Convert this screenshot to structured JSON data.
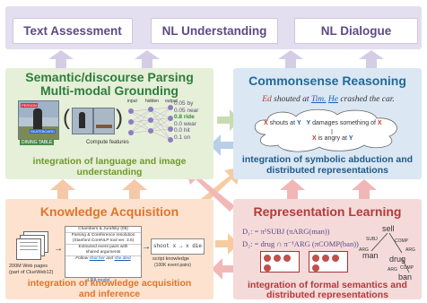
{
  "top": {
    "text_assessment": "Text Assessment",
    "nl_understanding": "NL Understanding",
    "nl_dialogue": "NL Dialogue"
  },
  "semantic": {
    "title_line1": "Semantic/discourse Parsing",
    "title_line2": "Multi-modal Grounding",
    "img_label_person": "PERSON",
    "img_label_skateboard": "SKATEBOARD",
    "img_label_diningtable": "DINING TABLE",
    "paren_open": "(",
    "paren_close": ")",
    "input_label": "input",
    "hidden_label": "hidden",
    "output_label": "output",
    "compute_features": "Compute features",
    "outputs": [
      "0.05 by",
      "0.05 near",
      "0.8 ride",
      "0.0 wear",
      "0.0 hit",
      "0.1 on"
    ],
    "footer_line1": "integration of language and image",
    "footer_line2": "understanding"
  },
  "commonsense": {
    "title": "Commonsense Reasoning",
    "sentence_prefix": "Ed",
    "sentence_mid1": " shouted at ",
    "sentence_tim": "Tim.",
    "sentence_he": "He",
    "sentence_suffix": " crashed the car.",
    "bubble_x1": "X",
    "bubble_shouts": " shouts at ",
    "bubble_y1": "Y",
    "bubble_y2": "Y",
    "bubble_damages": " damages something of ",
    "bubble_x2": "X",
    "bubble_x3": "X",
    "bubble_angry": " is angry at ",
    "bubble_y3": "Y",
    "footer_line1": "integration of symbolic abduction and",
    "footer_line2": "distributed representations"
  },
  "knowledge": {
    "title": "Knowledge Acquisition",
    "web_label_line1": "200M Web pages",
    "web_label_line2": "(part of ClueWeb12)",
    "box_line1": "Chambers & Jurafsky (08)",
    "box_line2": "Parsing & Coreference resolution",
    "box_line3": "(Stanford CoreNLP tool ver. 3.5)",
    "box_line4": "Extracted event pairs with",
    "box_line5": "shared arguments",
    "box_line6": "Follow",
    "box_line6b": "shot her",
    "box_line6c": "and",
    "box_line6d": "she died",
    "lda_label": "LDA model",
    "code_text": "shoot x → x die",
    "script_line1": "script knowledge",
    "script_line2": "(100K event pairs)",
    "footer_line1": "integration of knowledge acquisition",
    "footer_line2": "and inference"
  },
  "representation": {
    "title": "Representation Learning",
    "d1_label": "D₁:",
    "d1_formula": "= π¹SUBJ (πARG(man))",
    "d2_label": "D₂:",
    "d2_formula": "= drug ∩ π⁻¹ARG (πCOMP(ban))",
    "tree_sell": "sell",
    "tree_subj": "SUBJ",
    "tree_comp1": "COMP",
    "tree_arg1": "ARG",
    "tree_man": "man",
    "tree_arg2": "ARG",
    "tree_drug": "drug",
    "tree_arg3": "ARG",
    "tree_ban": "ban",
    "tree_comp2": "COMP",
    "footer_line1": "integration of formal semantics and",
    "footer_line2": "distributed representations"
  },
  "colors": {
    "purple": "#5a4b86",
    "green_title": "#2e7d3e",
    "green_foot": "#6e9a2a",
    "blue_title": "#1f6a9a",
    "orange_title": "#e0742a",
    "red_title": "#b23a3a"
  }
}
